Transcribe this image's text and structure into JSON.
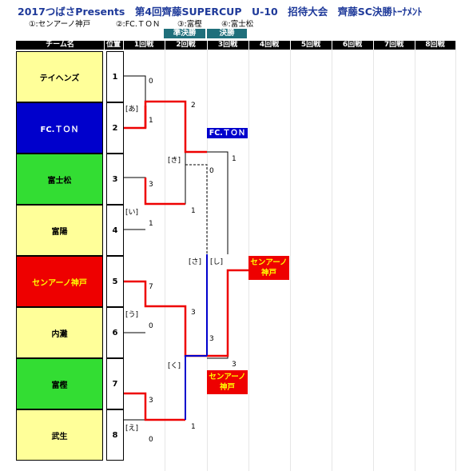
{
  "title": "2017つばさPresents　第4回齊藤SUPERCUP　U-10　招待大会　齊藤SC決勝ﾄｰﾅﾒﾝﾄ",
  "placings": [
    "①:センアーノ神戸",
    "②:FC.ＴＯＮ",
    "③:富樫",
    "④:富士松"
  ],
  "round_tags": {
    "semifinal": "準決勝",
    "final": "決勝"
  },
  "header": {
    "team": "チーム名",
    "position": "位置",
    "rounds": [
      "1回戦",
      "2回戦",
      "3回戦",
      "4回戦",
      "5回戦",
      "6回戦",
      "7回戦",
      "8回戦"
    ]
  },
  "teams": [
    {
      "name": "テイヘンズ",
      "seed": "1",
      "bg": "#ffff99",
      "color": "#000000"
    },
    {
      "name": "FC.ＴＯＮ",
      "seed": "2",
      "bg": "#0000cc",
      "color": "#ffffff"
    },
    {
      "name": "富士松",
      "seed": "3",
      "bg": "#33dd33",
      "color": "#000000"
    },
    {
      "name": "富陽",
      "seed": "4",
      "bg": "#ffff99",
      "color": "#000000"
    },
    {
      "name": "センアーノ神戸",
      "seed": "5",
      "bg": "#ee0000",
      "color": "#ffff00"
    },
    {
      "name": "内灘",
      "seed": "6",
      "bg": "#ffff99",
      "color": "#000000"
    },
    {
      "name": "富樫",
      "seed": "7",
      "bg": "#33dd33",
      "color": "#000000"
    },
    {
      "name": "武生",
      "seed": "8",
      "bg": "#ffff99",
      "color": "#000000"
    }
  ],
  "markers": {
    "a": "[あ]",
    "i": "[い]",
    "u": "[う]",
    "e": "[え]",
    "ki": "[き]",
    "ku": "[く]",
    "sa": "[さ]",
    "shi": "[し]"
  },
  "scores": {
    "r1": [
      "0",
      "1",
      "3",
      "1",
      "7",
      "0",
      "3",
      "0"
    ],
    "sf_top": [
      "2",
      "1"
    ],
    "sf_bottom": [
      "3",
      "1"
    ],
    "final": [
      "1",
      "3"
    ],
    "third_place": [
      "0",
      "3"
    ]
  },
  "winners": {
    "sf_top": "FC.ＴＯＮ",
    "champion": "センアーノ神戸",
    "sf_bottom": "センアーノ神戸"
  },
  "colors": {
    "title": "#1f3a9a",
    "winning_path": "#ee0000",
    "third_place_path": "#0000cc",
    "bracket_line": "#000000",
    "round_tag": "#1f6f7b"
  }
}
